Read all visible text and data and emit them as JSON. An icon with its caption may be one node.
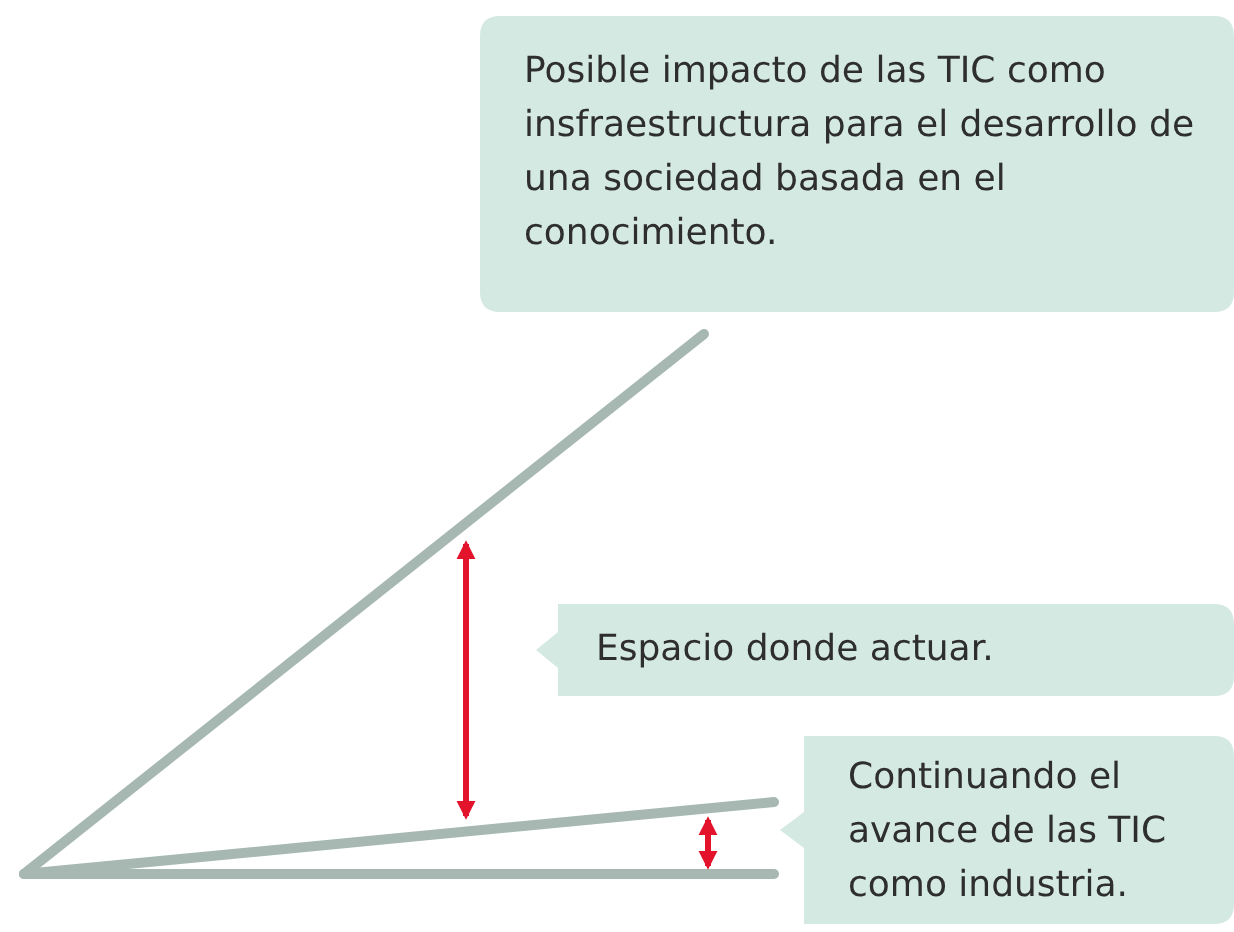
{
  "diagram": {
    "nodes": [
      {
        "text": [
          "Posible impacto de las TIC como insfraestructura para el desarrollo de una sociedad basada en el conocimiento."
        ]
      },
      {
        "text": [
          "Espacio donde actuar."
        ]
      },
      {
        "text": [
          "Continuando el avance de las TIC como industria."
        ]
      }
    ]
  }
}
